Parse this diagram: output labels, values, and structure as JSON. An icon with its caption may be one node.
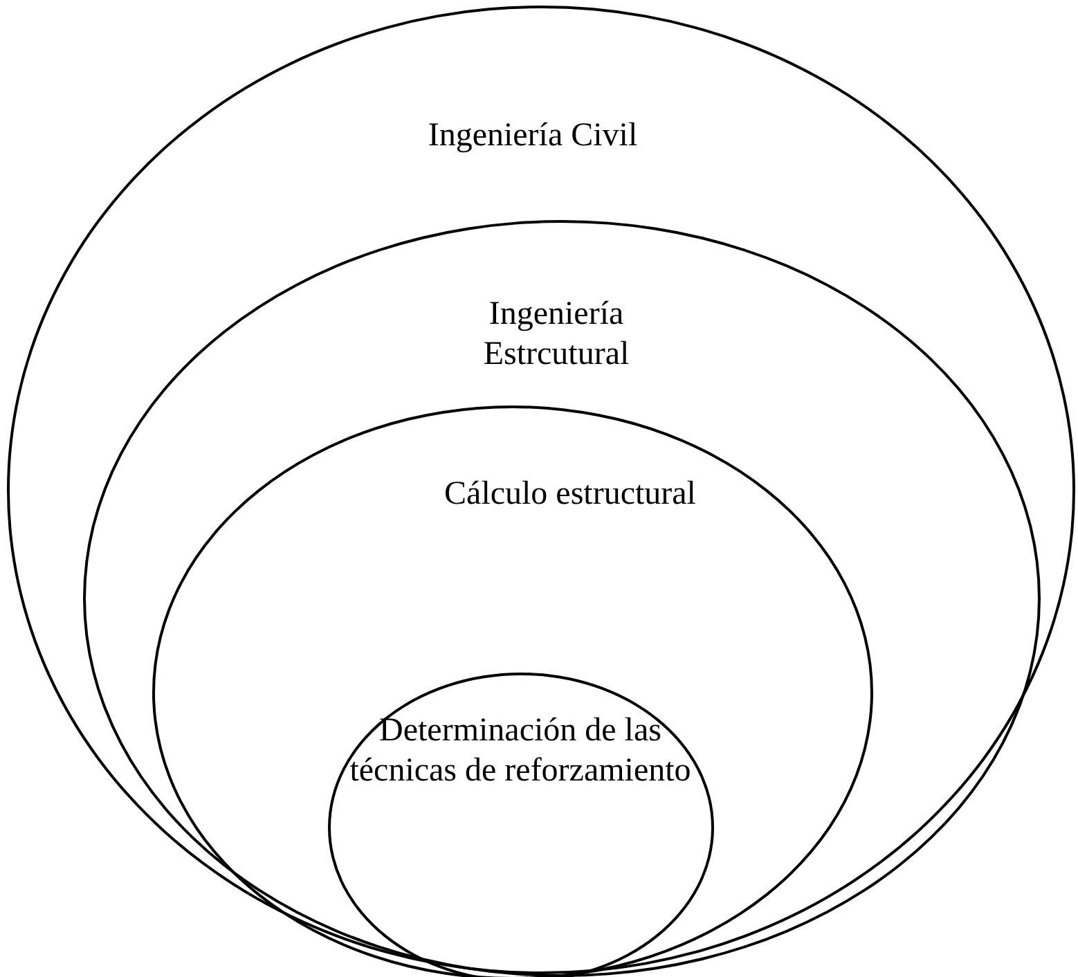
{
  "diagram": {
    "nodes": [
      {
        "text": [
          "Ingeniería Civil"
        ]
      },
      {
        "text": [
          "Ingeniería Estrcutural"
        ],
        "in": 0
      },
      {
        "text": [
          "Cálculo estructural"
        ],
        "in": 1
      },
      {
        "text": [
          "Determinación de las técnicas de reforzamiento"
        ],
        "in": 2
      }
    ]
  }
}
